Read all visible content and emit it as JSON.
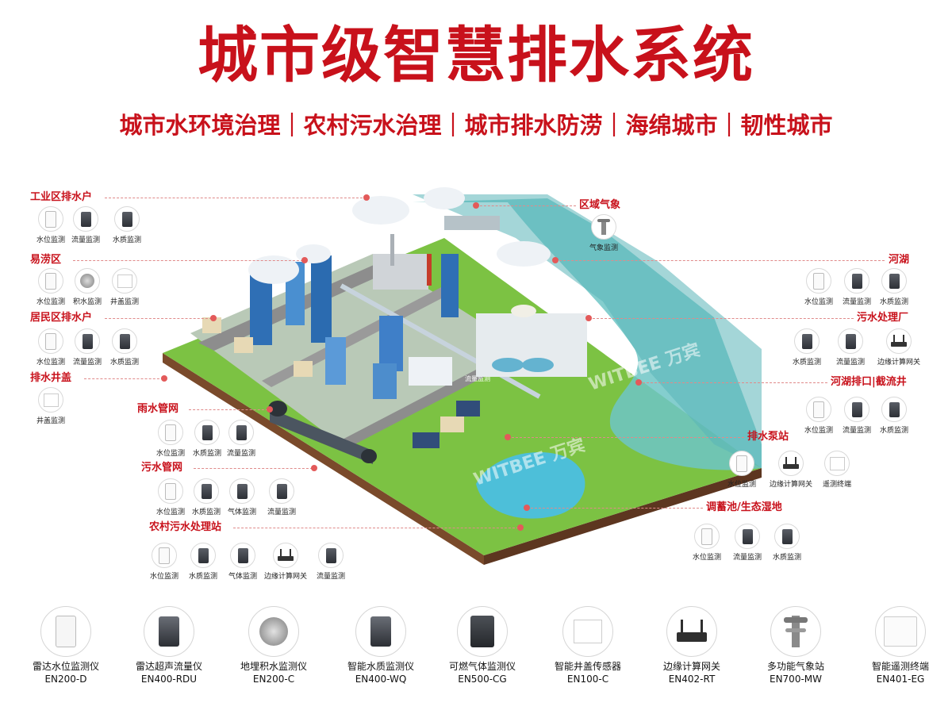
{
  "title": "城市级智慧排水系统",
  "subtitle": "城市水环境治理｜农村污水治理｜城市排水防涝｜海绵城市｜韧性城市",
  "diagram": {
    "watermark_1": "WITBEE 万宾",
    "watermark_2": "WITBEE 万宾",
    "building_sign": "流量监测"
  },
  "categories": {
    "industrial": {
      "label": "工业区排水户",
      "devices": [
        {
          "label": "水位监测",
          "icon": "water-level-sensor"
        },
        {
          "label": "流量监测",
          "icon": "flow-sensor"
        },
        {
          "label": "水质监测",
          "icon": "water-quality-sensor"
        }
      ]
    },
    "flood": {
      "label": "易涝区",
      "devices": [
        {
          "label": "水位监测",
          "icon": "water-level-sensor"
        },
        {
          "label": "积水监测",
          "icon": "ponding-sensor"
        },
        {
          "label": "井盖监测",
          "icon": "manhole-cover-sensor"
        }
      ]
    },
    "residential": {
      "label": "居民区排水户",
      "devices": [
        {
          "label": "水位监测",
          "icon": "water-level-sensor"
        },
        {
          "label": "流量监测",
          "icon": "flow-sensor"
        },
        {
          "label": "水质监测",
          "icon": "water-quality-sensor"
        }
      ]
    },
    "manhole": {
      "label": "排水井盖",
      "devices": [
        {
          "label": "井盖监测",
          "icon": "manhole-cover-sensor"
        }
      ]
    },
    "rain": {
      "label": "雨水管网",
      "devices": [
        {
          "label": "水位监测",
          "icon": "water-level-sensor"
        },
        {
          "label": "水质监测",
          "icon": "water-quality-sensor"
        },
        {
          "label": "流量监测",
          "icon": "flow-sensor"
        }
      ]
    },
    "sewage": {
      "label": "污水管网",
      "devices": [
        {
          "label": "水位监测",
          "icon": "water-level-sensor"
        },
        {
          "label": "水质监测",
          "icon": "water-quality-sensor"
        },
        {
          "label": "气体监测",
          "icon": "gas-sensor"
        },
        {
          "label": "流量监测",
          "icon": "flow-sensor"
        }
      ]
    },
    "rural": {
      "label": "农村污水处理站",
      "devices": [
        {
          "label": "水位监测",
          "icon": "water-level-sensor"
        },
        {
          "label": "水质监测",
          "icon": "water-quality-sensor"
        },
        {
          "label": "气体监测",
          "icon": "gas-sensor"
        },
        {
          "label": "边缘计算网关",
          "icon": "edge-gateway"
        },
        {
          "label": "流量监测",
          "icon": "flow-sensor"
        }
      ]
    },
    "weather": {
      "label": "区域气象",
      "devices": [
        {
          "label": "气象监测",
          "icon": "weather-station"
        }
      ]
    },
    "river": {
      "label": "河湖",
      "devices": [
        {
          "label": "水位监测",
          "icon": "water-level-sensor"
        },
        {
          "label": "流量监测",
          "icon": "flow-sensor"
        },
        {
          "label": "水质监测",
          "icon": "water-quality-sensor"
        }
      ]
    },
    "plant": {
      "label": "污水处理厂",
      "devices": [
        {
          "label": "水质监测",
          "icon": "water-quality-sensor"
        },
        {
          "label": "流量监测",
          "icon": "flow-sensor"
        },
        {
          "label": "边缘计算网关",
          "icon": "edge-gateway"
        }
      ]
    },
    "outfall": {
      "label": "河湖排口|截流井",
      "devices": [
        {
          "label": "水位监测",
          "icon": "water-level-sensor"
        },
        {
          "label": "流量监测",
          "icon": "flow-sensor"
        },
        {
          "label": "水质监测",
          "icon": "water-quality-sensor"
        }
      ]
    },
    "pump": {
      "label": "排水泵站",
      "devices": [
        {
          "label": "水位监测",
          "icon": "water-level-sensor"
        },
        {
          "label": "边缘计算网关",
          "icon": "edge-gateway"
        },
        {
          "label": "遥测终端",
          "icon": "telemetry-terminal"
        }
      ]
    },
    "pond": {
      "label": "调蓄池/生态湿地",
      "devices": [
        {
          "label": "水位监测",
          "icon": "water-level-sensor"
        },
        {
          "label": "流量监测",
          "icon": "flow-sensor"
        },
        {
          "label": "水质监测",
          "icon": "water-quality-sensor"
        }
      ]
    }
  },
  "products": [
    {
      "name": "雷达水位监测仪",
      "model": "EN200-D",
      "icon": "radar-level-meter"
    },
    {
      "name": "雷达超声流量仪",
      "model": "EN400-RDU",
      "icon": "radar-ultrasonic-flowmeter"
    },
    {
      "name": "地埋积水监测仪",
      "model": "EN200-C",
      "icon": "buried-ponding-monitor"
    },
    {
      "name": "智能水质监测仪",
      "model": "EN400-WQ",
      "icon": "water-quality-monitor"
    },
    {
      "name": "可燃气体监测仪",
      "model": "EN500-CG",
      "icon": "combustible-gas-monitor"
    },
    {
      "name": "智能井盖传感器",
      "model": "EN100-C",
      "icon": "manhole-cover-sensor"
    },
    {
      "name": "边缘计算网关",
      "model": "EN402-RT",
      "icon": "edge-gateway"
    },
    {
      "name": "多功能气象站",
      "model": "EN700-MW",
      "icon": "weather-station"
    },
    {
      "name": "智能遥测终端",
      "model": "EN401-EG",
      "icon": "telemetry-terminal"
    }
  ]
}
